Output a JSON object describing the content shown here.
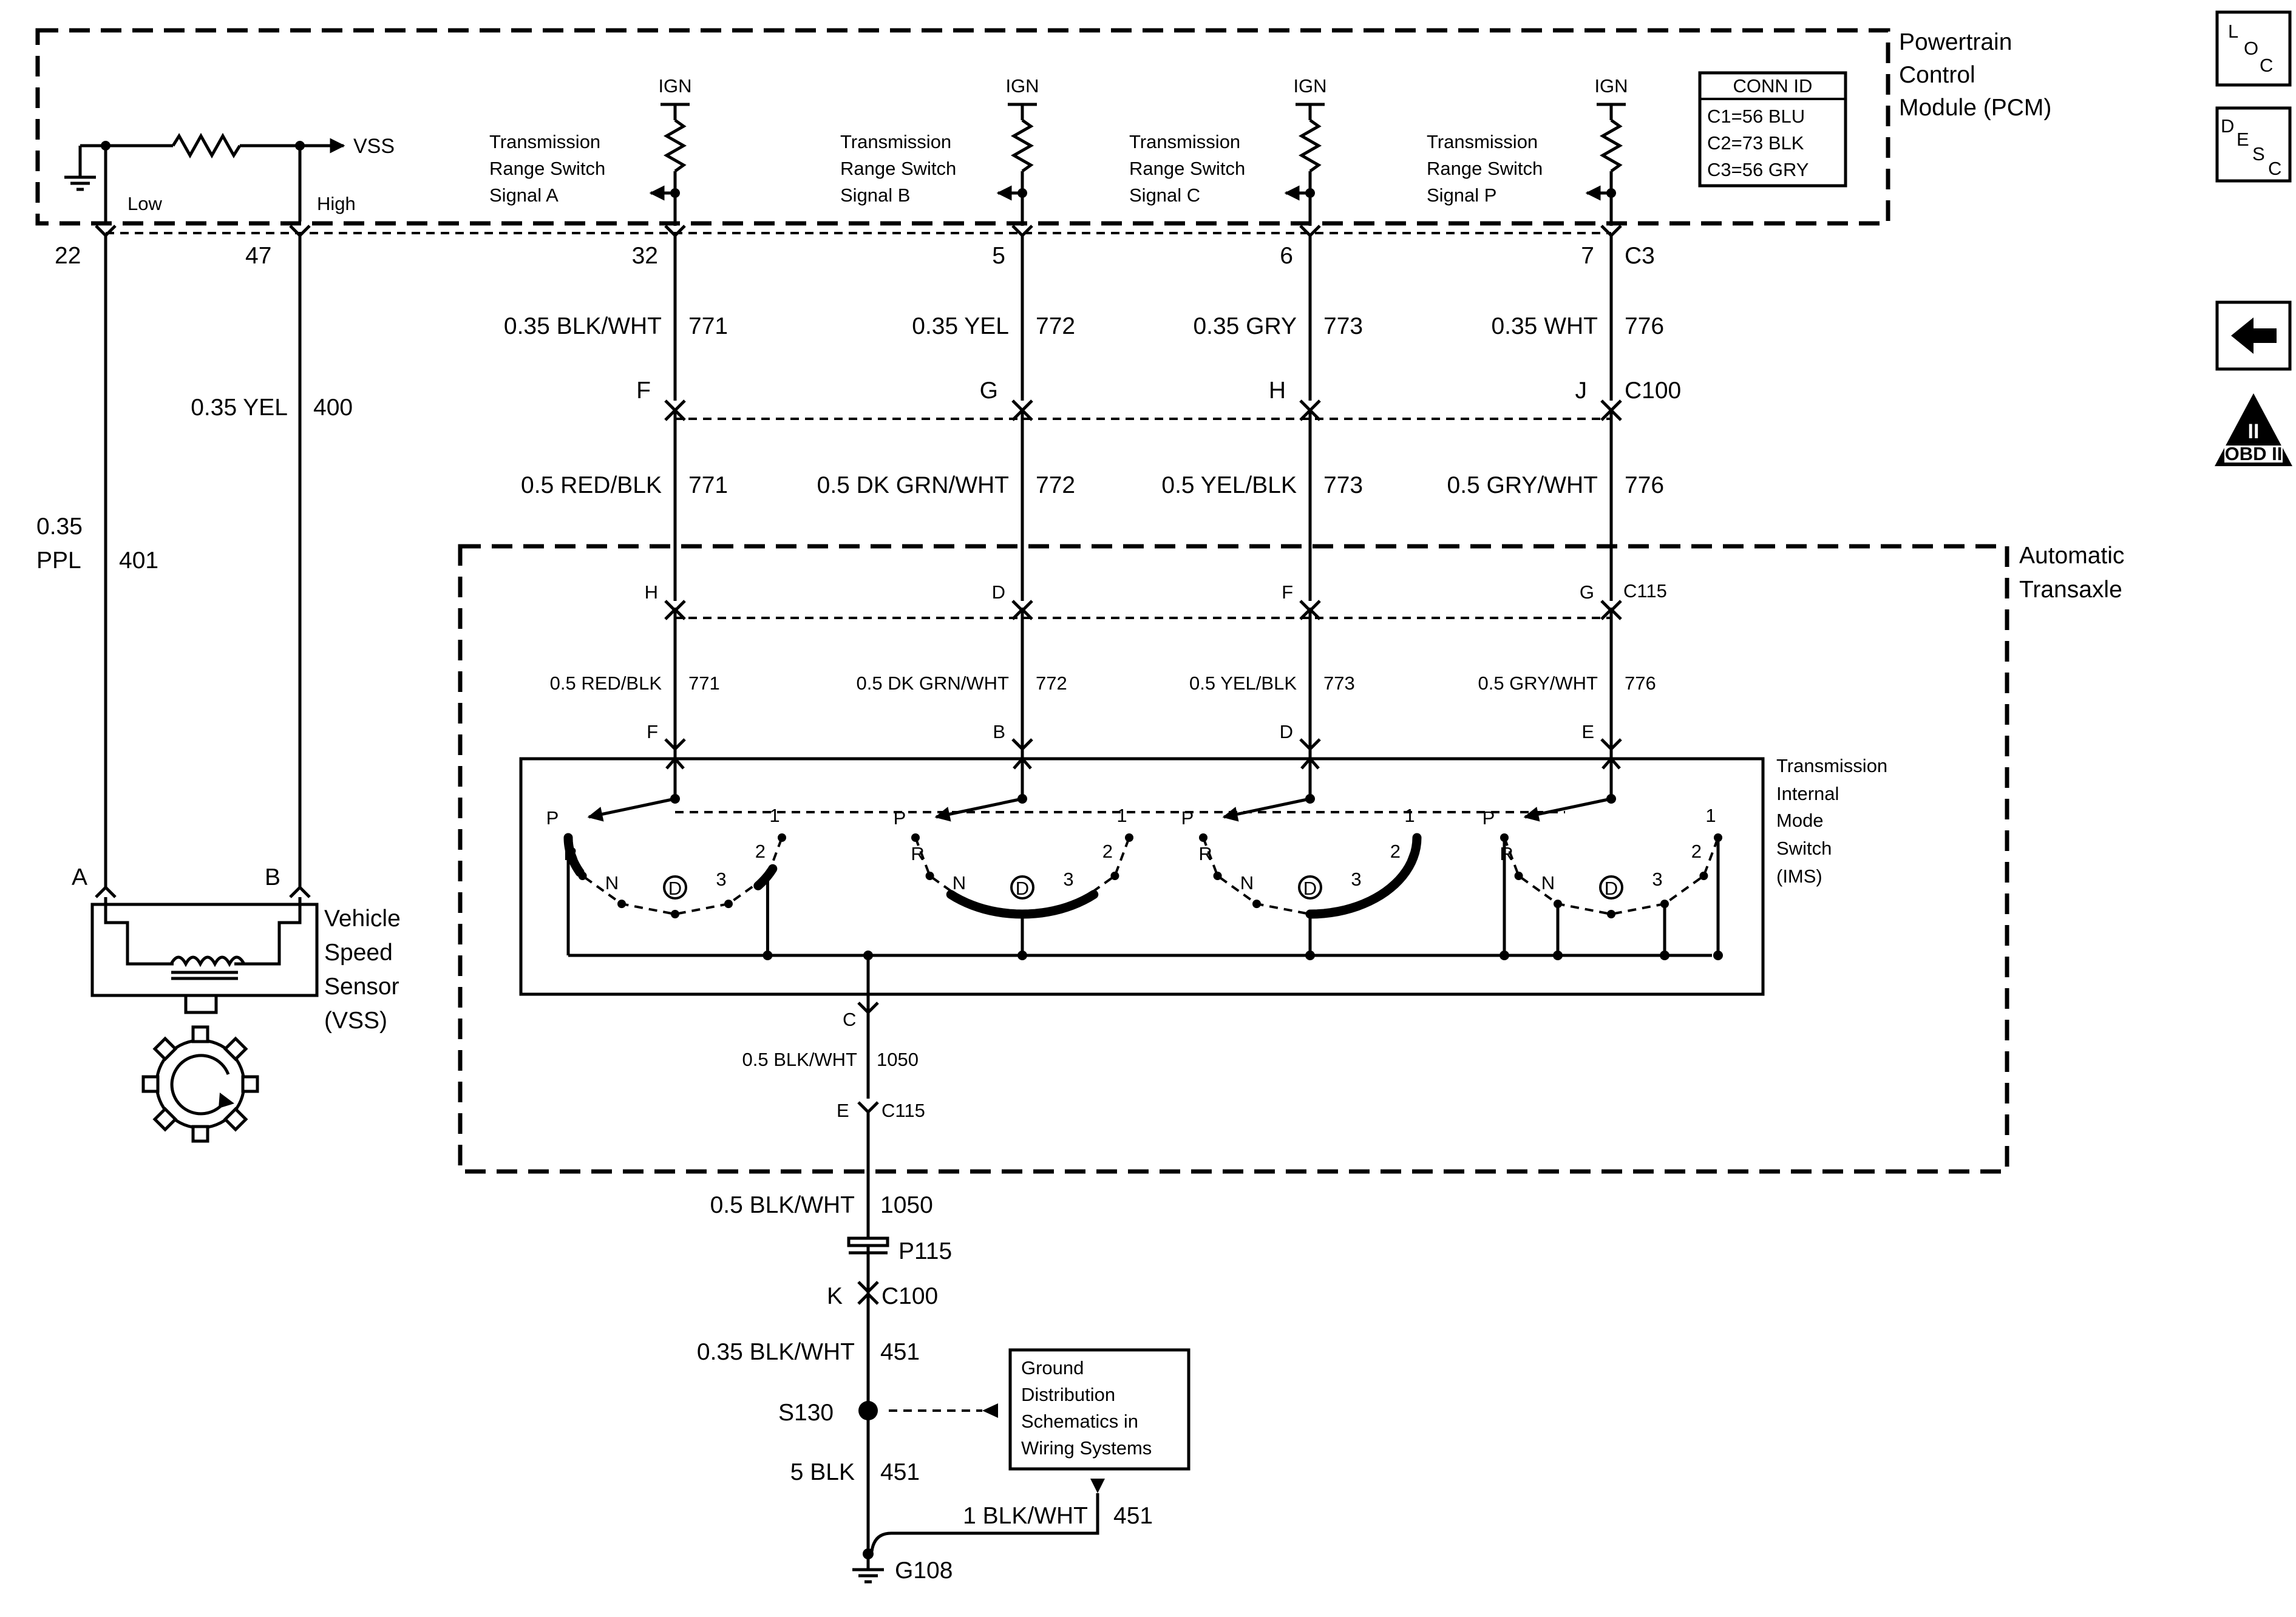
{
  "modules": {
    "pcm": {
      "line1": "Powertrain",
      "line2": "Control",
      "line3": "Module (PCM)"
    },
    "transaxle": {
      "line1": "Automatic",
      "line2": "Transaxle"
    },
    "ims": {
      "line1": "Transmission",
      "line2": "Internal",
      "line3": "Mode",
      "line4": "Switch",
      "line5": "(IMS)"
    },
    "vss": {
      "line1": "Vehicle",
      "line2": "Speed",
      "line3": "Sensor",
      "line4": "(VSS)"
    }
  },
  "conn_id": {
    "title": "CONN ID",
    "rows": [
      "C1=56 BLU",
      "C2=73 BLK",
      "C3=56 GRY"
    ]
  },
  "nav_icons": {
    "loc": {
      "a": "L",
      "b": "O",
      "c": "C"
    },
    "desc": {
      "a": "D",
      "b": "E",
      "c": "S",
      "d": "C"
    },
    "obd": {
      "top": "II",
      "bottom": "OBD II"
    }
  },
  "vss_circuit": {
    "vss_label": "VSS",
    "low_label": "Low",
    "high_label": "High",
    "pin_low": "22",
    "pin_high": "47",
    "wire_low": {
      "gauge": "0.35",
      "color": "PPL",
      "circuit": "401"
    },
    "wire_high": {
      "gauge_color": "0.35 YEL",
      "circuit": "400"
    },
    "sensor_pin_a": "A",
    "sensor_pin_b": "B"
  },
  "signals": [
    {
      "ign": "IGN",
      "line1": "Transmission",
      "line2": "Range Switch",
      "line3": "Signal A",
      "pcm_pin": "32",
      "wire_upper": "0.35 BLK/WHT",
      "circuit": "771",
      "c100_pin": "F",
      "wire_middle": "0.5 RED/BLK",
      "c115_pin": "H",
      "wire_lower": "0.5 RED/BLK",
      "ims_pin": "F"
    },
    {
      "ign": "IGN",
      "line1": "Transmission",
      "line2": "Range Switch",
      "line3": "Signal B",
      "pcm_pin": "5",
      "wire_upper": "0.35 YEL",
      "circuit": "772",
      "c100_pin": "G",
      "wire_middle": "0.5 DK GRN/WHT",
      "c115_pin": "D",
      "wire_lower": "0.5 DK GRN/WHT",
      "ims_pin": "B"
    },
    {
      "ign": "IGN",
      "line1": "Transmission",
      "line2": "Range Switch",
      "line3": "Signal C",
      "pcm_pin": "6",
      "wire_upper": "0.35 GRY",
      "circuit": "773",
      "c100_pin": "H",
      "wire_middle": "0.5 YEL/BLK",
      "c115_pin": "F",
      "wire_lower": "0.5 YEL/BLK",
      "ims_pin": "D"
    },
    {
      "ign": "IGN",
      "line1": "Transmission",
      "line2": "Range Switch",
      "line3": "Signal P",
      "pcm_pin": "7",
      "wire_upper": "0.35 WHT",
      "circuit": "776",
      "c100_pin": "J",
      "wire_middle": "0.5 GRY/WHT",
      "c115_pin": "G",
      "wire_lower": "0.5 GRY/WHT",
      "ims_pin": "E"
    }
  ],
  "connectors": {
    "pcm": "C3",
    "c100": "C100",
    "c115": "C115"
  },
  "switch_positions": {
    "p": "P",
    "r": "R",
    "n": "N",
    "d": "D",
    "three": "3",
    "two": "2",
    "one": "1"
  },
  "ground_circuit": {
    "ims_pin": "C",
    "wire_inner": "0.5 BLK/WHT",
    "circuit_inner": "1050",
    "c115_pin": "E",
    "c115_label": "C115",
    "wire_outer": "0.5 BLK/WHT",
    "circuit_outer": "1050",
    "p115": "P115",
    "c100_pin": "K",
    "c100_label": "C100",
    "wire_451a": "0.35 BLK/WHT",
    "circuit_451a": "451",
    "splice": "S130",
    "ref_box": {
      "line1": "Ground",
      "line2": "Distribution",
      "line3": "Schematics in",
      "line4": "Wiring Systems"
    },
    "wire_451b": "5 BLK",
    "circuit_451b": "451",
    "wire_451c": "1 BLK/WHT",
    "circuit_451c": "451",
    "ground": "G108"
  }
}
